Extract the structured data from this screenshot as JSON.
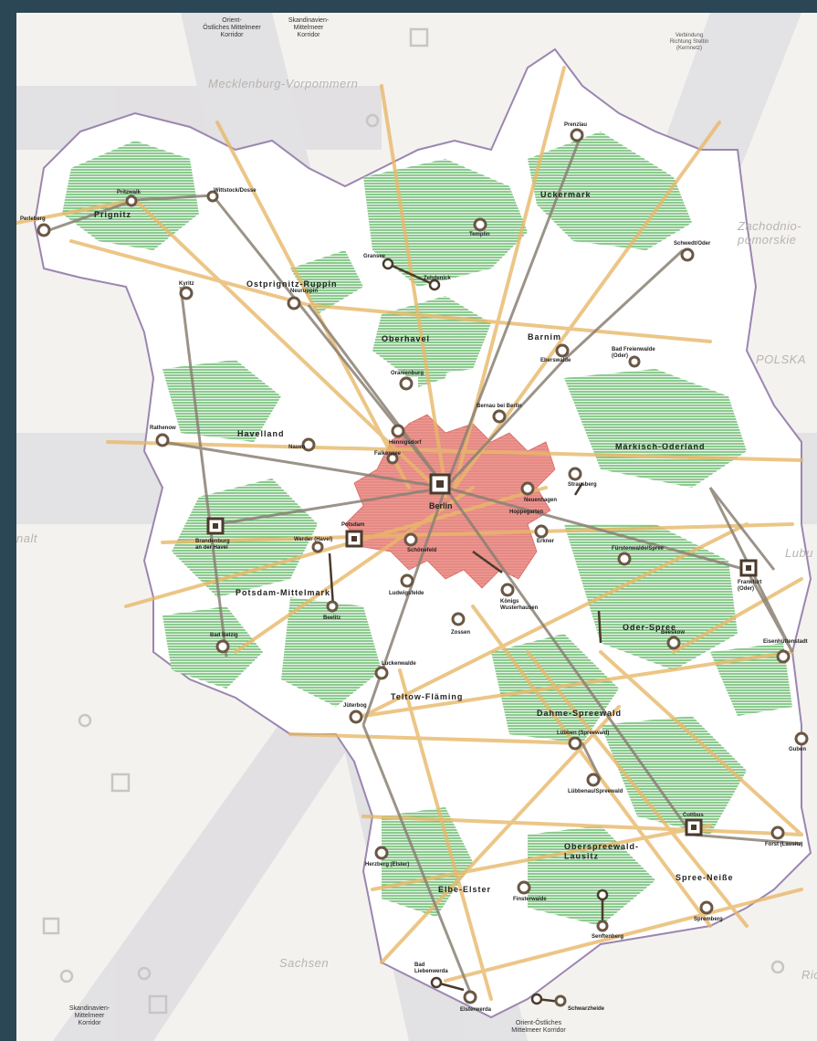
{
  "colors": {
    "frame": "#2b4654",
    "background": "#f4f2ef",
    "state_fill": "#ffffff",
    "state_border": "#9b86b0",
    "forest": "#7cc47a",
    "metro": "#e88a86",
    "corridor_band": "#d9d8dc",
    "axis_orange": "#e8b86a",
    "axis_grey": "#8a8174",
    "node_ring": "#6a5744"
  },
  "corridor_labels": {
    "top_left": "Orient-\nÖstliches Mittelmeer\nKorridor",
    "top_center": "Skandinavien-\nMittelmeer\nKorridor",
    "top_right": "Verbindung\nRichtung Stettin\n(Kernnetz)",
    "bottom_left": "Skandinavien-\nMittelmeer\nKorridor",
    "bottom_center": "Orient-Östliches\nMittelmeer Korridor"
  },
  "regions": {
    "mv": "Mecklenburg-Vorpommern",
    "zp": "Zachodnio-\npomorskie",
    "polska": "POLSKA",
    "lubu": "Lubu",
    "sachsen": "Sachsen",
    "anhalt": "nalt",
    "ric": "Ric"
  },
  "districts": {
    "prignitz": "Prignitz",
    "ostprignitz": "Ostprignitz-Ruppin",
    "oberhavel": "Oberhavel",
    "uckermark": "Uckermark",
    "barnim": "Barnim",
    "havelland": "Havelland",
    "maerkisch": "Märkisch-Oderland",
    "potsdam_mittelmark": "Potsdam-Mittelmark",
    "oder_spree": "Oder-Spree",
    "teltow": "Teltow-Fläming",
    "dahme": "Dahme-Spreewald",
    "oberspreewald": "Oberspreewald-\nLausitz",
    "spree_neisse": "Spree-Neiße",
    "elbe_elster": "Elbe-Elster"
  },
  "cities": {
    "berlin": "Berlin",
    "potsdam": "Potsdam",
    "brandenburg": "Brandenburg\nan der Havel",
    "frankfurt": "Frankfurt\n(Oder)",
    "cottbus": "Cottbus",
    "prenzlau": "Prenzlau",
    "schwedt": "Schwedt/Oder",
    "eberswalde": "Eberswalde",
    "neuruppin": "Neuruppin",
    "oranienburg": "Oranienburg",
    "nauen": "Nauen",
    "rathenow": "Rathenow",
    "perleberg": "Perleberg",
    "pritzwalk": "Pritzwalk",
    "wittstock": "Wittstock/Dosse",
    "kyritz": "Kyritz",
    "templin": "Templin",
    "zehdenick": "Zehdenick",
    "gransee": "Gransee",
    "bernau": "Bernau bei Berlin",
    "strausberg": "Strausberg",
    "erkner": "Erkner",
    "fuerstenwalde": "Fürstenwalde/Spree",
    "eisenhuettenstadt": "Eisenhüttenstadt",
    "beeskow": "Beeskow",
    "luebben": "Lübben (Spreewald)",
    "luebbenau": "Lübbenau/Spreewald",
    "luckenwalde": "Luckenwalde",
    "jueterbog": "Jüterbog",
    "bad_belzig": "Bad Belzig",
    "werder": "Werder (Havel)",
    "beelitz": "Beelitz",
    "ludwigsfelde": "Ludwigsfelde",
    "zossen": "Zossen",
    "koenigs_wusterhausen": "Königs\nWusterhausen",
    "senftenberg": "Senftenberg",
    "finsterwalde": "Finsterwalde",
    "herzberg": "Herzberg (Elster)",
    "elsterwerda": "Elsterwerda",
    "bad_liebenwerda": "Bad\nLiebenwerda",
    "schwarzheide": "Schwarzheide",
    "spremberg": "Spremberg",
    "forst": "Forst (Lausitz)",
    "guben": "Guben",
    "bad_freienwalde": "Bad Freienwalde\n(Oder)",
    "falkensee": "Falkensee",
    "hennigsdorf": "Hennigsdorf",
    "schoenefeld": "Schönefeld",
    "neuenhagen": "Neuenhagen",
    "hoppegarten": "Hoppegarten"
  }
}
